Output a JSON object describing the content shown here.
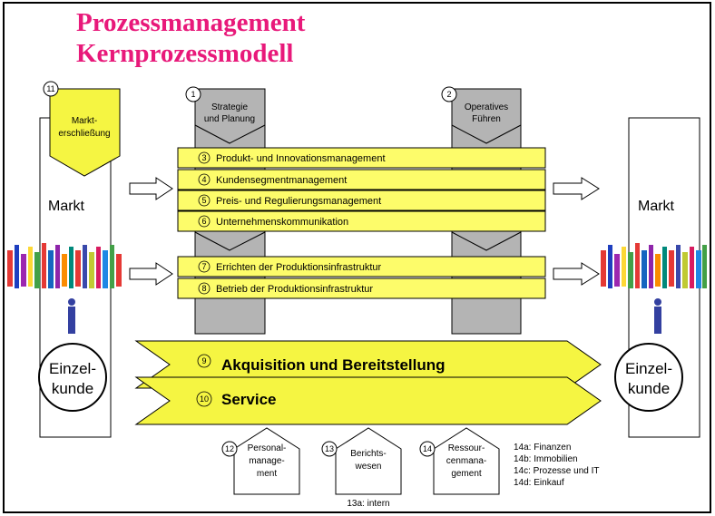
{
  "title": {
    "line1": "Prozessmanagement",
    "line2": "Kernprozessmodell"
  },
  "colors": {
    "title": "#e8197a",
    "process_yellow": "#fdfc6a",
    "chevron_yellow": "#f5f542",
    "column_gray": "#b4b4b4",
    "frame": "#000000"
  },
  "left_market": {
    "number": "11",
    "pentagon_label_1": "Markt-",
    "pentagon_label_2": "erschließung",
    "label": "Markt",
    "circle_line1": "Einzel-",
    "circle_line2": "kunde"
  },
  "right_market": {
    "label": "Markt",
    "circle_line1": "Einzel-",
    "circle_line2": "kunde"
  },
  "columns": [
    {
      "number": "1",
      "label_1": "Strategie",
      "label_2": "und Planung"
    },
    {
      "number": "2",
      "label_1": "Operatives",
      "label_2": "Führen"
    }
  ],
  "processes_group_a": [
    {
      "number": "3",
      "label": "Produkt- und Innovationsmanagement"
    },
    {
      "number": "4",
      "label": "Kundensegmentmanagement"
    },
    {
      "number": "5",
      "label": "Preis- und Regulierungsmanagement"
    },
    {
      "number": "6",
      "label": "Unternehmenskommunikation"
    }
  ],
  "processes_group_b": [
    {
      "number": "7",
      "label": "Errichten der Produktionsinfrastruktur"
    },
    {
      "number": "8",
      "label": "Betrieb der Produktionsinfrastruktur"
    }
  ],
  "chevrons": [
    {
      "number": "9",
      "label": "Akquisition und Bereitstellung"
    },
    {
      "number": "10",
      "label": "Service"
    }
  ],
  "support": [
    {
      "number": "12",
      "line1": "Personal-",
      "line2": "manage-",
      "line3": "ment"
    },
    {
      "number": "13",
      "line1": "Berichts-",
      "line2": "wesen",
      "note": "13a: intern"
    },
    {
      "number": "14",
      "line1": "Ressour-",
      "line2": "cenmana-",
      "line3": "gement"
    }
  ],
  "resource_notes": [
    "14a: Finanzen",
    "14b: Immobilien",
    "14c: Prozesse und IT",
    "14d: Einkauf"
  ]
}
